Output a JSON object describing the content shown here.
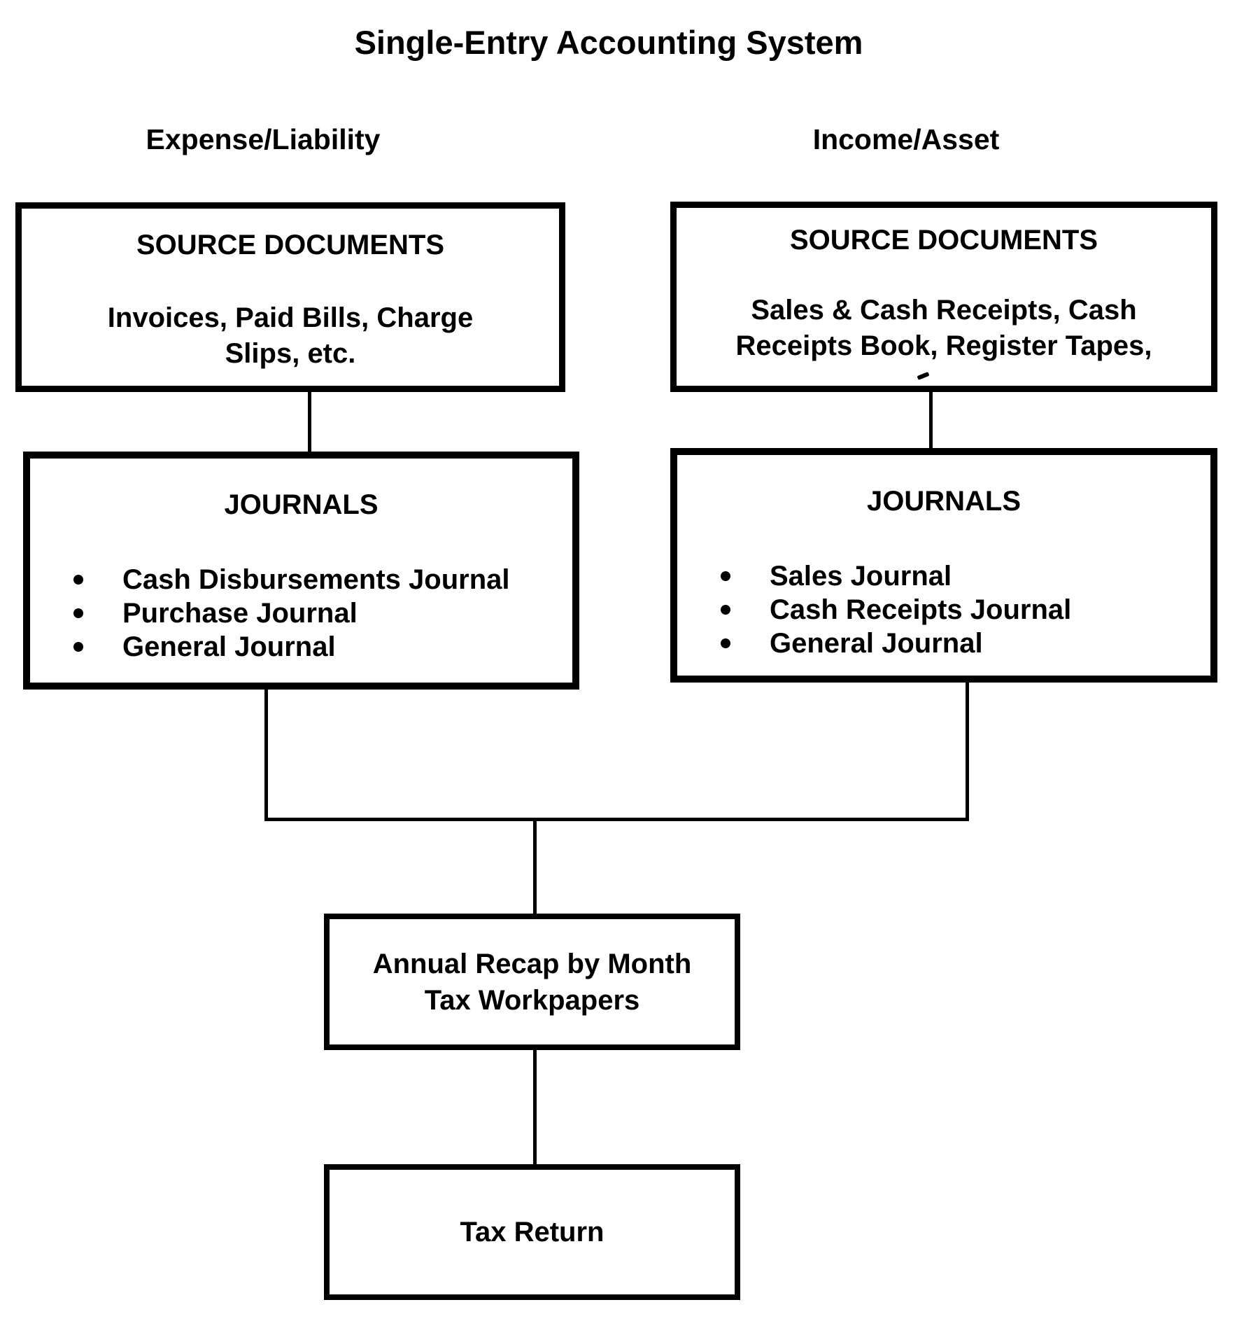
{
  "title": "Single-Entry Accounting System",
  "columns": {
    "left": {
      "header": "Expense/Liability",
      "source_documents": {
        "heading": "SOURCE DOCUMENTS",
        "body_line1": "Invoices, Paid Bills, Charge",
        "body_line2": "Slips, etc."
      },
      "journals": {
        "heading": "JOURNALS",
        "items": [
          "Cash Disbursements Journal",
          "Purchase Journal",
          "General Journal"
        ]
      }
    },
    "right": {
      "header": "Income/Asset",
      "source_documents": {
        "heading": "SOURCE DOCUMENTS",
        "body_line1": "Sales & Cash Receipts, Cash",
        "body_line2": "Receipts Book, Register Tapes,"
      },
      "journals": {
        "heading": "JOURNALS",
        "items": [
          "Sales Journal",
          "Cash Receipts Journal",
          "General Journal"
        ]
      }
    }
  },
  "recap_box": {
    "line1": "Annual Recap by Month",
    "line2": "Tax Workpapers"
  },
  "tax_return_box": {
    "label": "Tax Return"
  },
  "colors": {
    "ink": "#000000",
    "background": "#ffffff"
  }
}
